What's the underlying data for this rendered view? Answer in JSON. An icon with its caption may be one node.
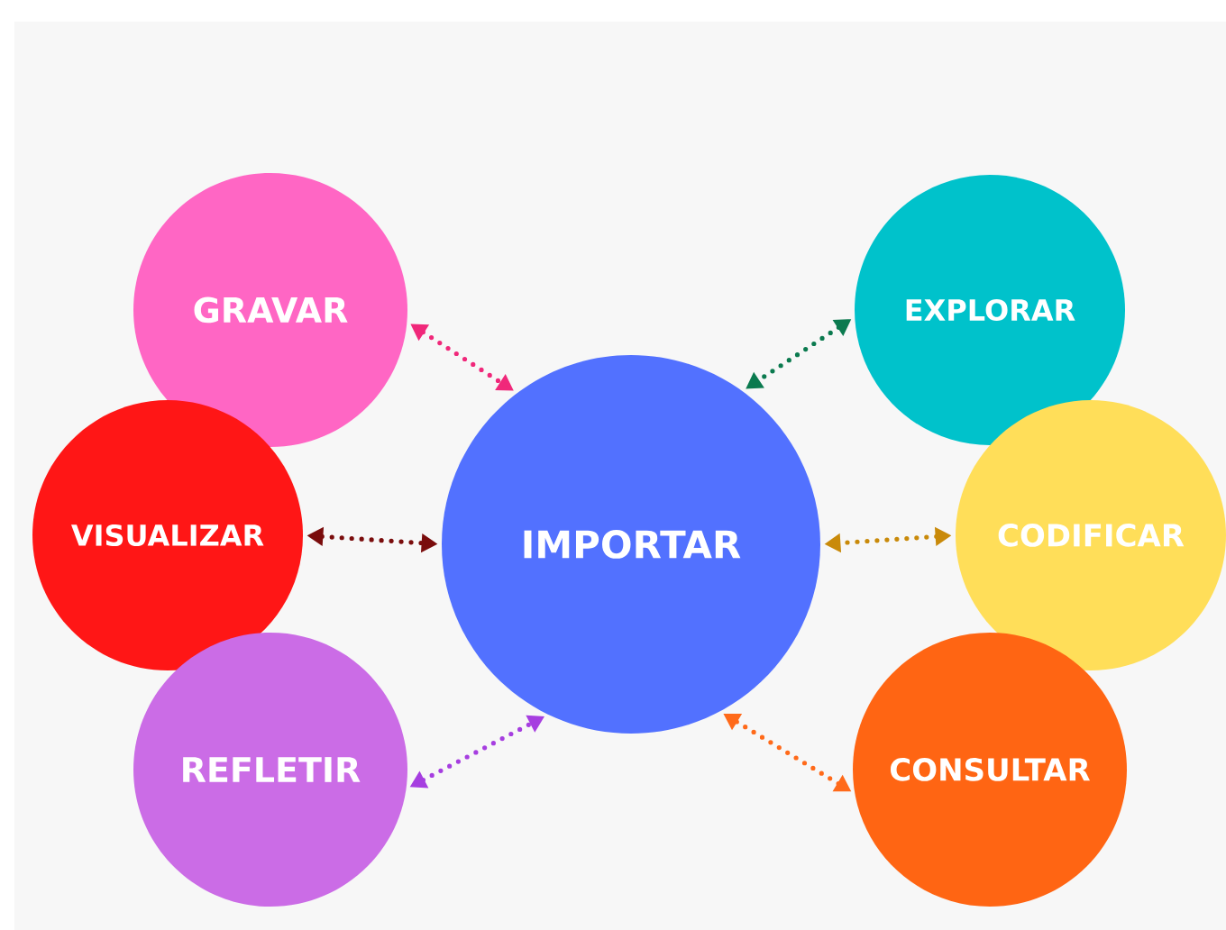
{
  "diagram": {
    "nodes": [
      {
        "text": [
          "GRAVAR"
        ]
      },
      {
        "text": [
          "EXPLORAR"
        ]
      },
      {
        "text": [
          "VISUALIZAR"
        ]
      },
      {
        "text": [
          "IMPORTAR"
        ]
      },
      {
        "text": [
          "CODIFICAR"
        ]
      },
      {
        "text": [
          "REFLETIR"
        ]
      },
      {
        "text": [
          "CONSULTAR"
        ]
      }
    ],
    "edges": [
      {
        "from": 0,
        "to": 3,
        "arrow": "both",
        "color": "#f0287a"
      },
      {
        "from": 1,
        "to": 3,
        "arrow": "both",
        "color": "#0b7a4f"
      },
      {
        "from": 2,
        "to": 3,
        "arrow": "both",
        "color": "#7a0c0c"
      },
      {
        "from": 4,
        "to": 3,
        "arrow": "both",
        "color": "#c98a0a"
      },
      {
        "from": 5,
        "to": 3,
        "arrow": "both",
        "color": "#a63ee0"
      },
      {
        "from": 6,
        "to": 3,
        "arrow": "both",
        "color": "#ff6a1a"
      }
    ]
  }
}
